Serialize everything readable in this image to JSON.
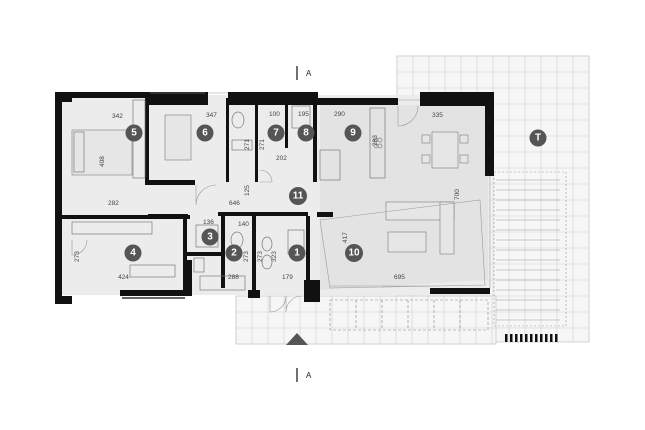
{
  "section_marker": "A",
  "rooms": [
    {
      "number": "1"
    },
    {
      "number": "2"
    },
    {
      "number": "3"
    },
    {
      "number": "4"
    },
    {
      "number": "5"
    },
    {
      "number": "6"
    },
    {
      "number": "7"
    },
    {
      "number": "8"
    },
    {
      "number": "9"
    },
    {
      "number": "10"
    },
    {
      "number": "11"
    },
    {
      "number": "T"
    }
  ],
  "dimensions": {
    "d342": "342",
    "d408": "408",
    "d282": "282",
    "d347": "347",
    "d271a": "271",
    "d100": "100",
    "d271b": "271",
    "d195": "195",
    "d202": "202",
    "d290": "290",
    "d283": "283",
    "d335": "335",
    "d700": "700",
    "d125": "125",
    "d646": "646",
    "d140": "140",
    "d136": "136",
    "d273a": "273",
    "d273b": "273",
    "d323": "323",
    "d288": "288",
    "d179": "179",
    "d424": "424",
    "d273c": "273",
    "d417": "417",
    "d695": "695"
  },
  "colors": {
    "wall": "#111111",
    "room_fill": "#ececec",
    "terrace_fill": "#f6f6f6",
    "badge": "#555555",
    "grid": "#cfcfcf"
  }
}
